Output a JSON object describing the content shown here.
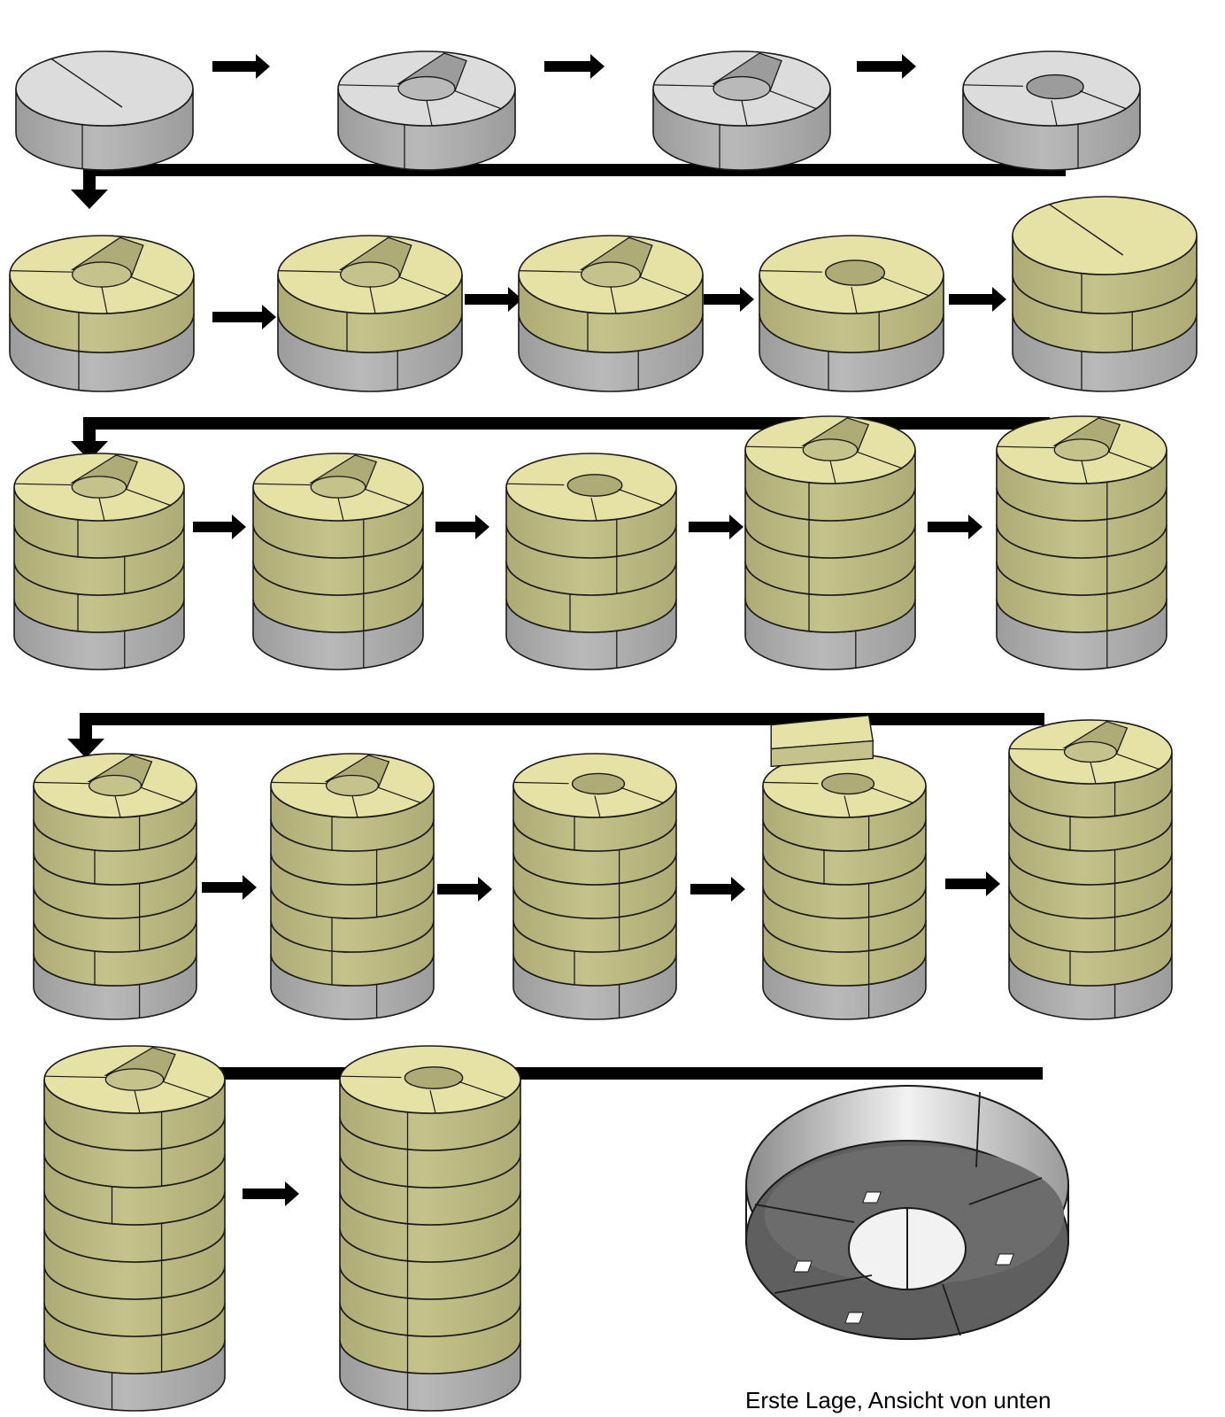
{
  "diagram": {
    "caption": "Erste Lage, Ansicht von unten",
    "colors": {
      "background": "#ffffff",
      "gray_top": "#dcdcdc",
      "gray_side": "#b9b9b9",
      "gray_side_dark": "#9c9c9c",
      "yellow_top": "#e6e1a4",
      "yellow_side": "#c5c28b",
      "yellow_side_dark": "#aeab76",
      "outline": "#1a1a1a",
      "arrow": "#000000",
      "bottom_view_face": "#5f5f5f",
      "bottom_view_wall": "#f2f2f2"
    },
    "steps": [
      {
        "row": 1,
        "col": 1,
        "gray_layers": 1,
        "yellow_layers": 0,
        "form": "half-block"
      },
      {
        "row": 1,
        "col": 2,
        "gray_layers": 1,
        "yellow_layers": 0,
        "form": "c-shape"
      },
      {
        "row": 1,
        "col": 3,
        "gray_layers": 1,
        "yellow_layers": 0,
        "form": "three-segments"
      },
      {
        "row": 1,
        "col": 4,
        "gray_layers": 1,
        "yellow_layers": 0,
        "form": "full-ring"
      },
      {
        "row": 2,
        "col": 1,
        "gray_layers": 1,
        "yellow_layers": 1,
        "form": "partial"
      },
      {
        "row": 2,
        "col": 2,
        "gray_layers": 1,
        "yellow_layers": 1,
        "form": "partial"
      },
      {
        "row": 2,
        "col": 3,
        "gray_layers": 1,
        "yellow_layers": 1,
        "form": "c-shape"
      },
      {
        "row": 2,
        "col": 4,
        "gray_layers": 1,
        "yellow_layers": 1,
        "form": "full-ring"
      },
      {
        "row": 2,
        "col": 5,
        "gray_layers": 1,
        "yellow_layers": 2,
        "form": "half-block"
      },
      {
        "row": 3,
        "col": 1,
        "gray_layers": 1,
        "yellow_layers": 3,
        "form": "c-shape"
      },
      {
        "row": 3,
        "col": 2,
        "gray_layers": 1,
        "yellow_layers": 3,
        "form": "c-shape"
      },
      {
        "row": 3,
        "col": 3,
        "gray_layers": 1,
        "yellow_layers": 3,
        "form": "full-ring"
      },
      {
        "row": 3,
        "col": 4,
        "gray_layers": 1,
        "yellow_layers": 4,
        "form": "c-shape"
      },
      {
        "row": 3,
        "col": 5,
        "gray_layers": 1,
        "yellow_layers": 4,
        "form": "c-shape"
      },
      {
        "row": 4,
        "col": 1,
        "gray_layers": 1,
        "yellow_layers": 5,
        "form": "c-shape"
      },
      {
        "row": 4,
        "col": 2,
        "gray_layers": 1,
        "yellow_layers": 5,
        "form": "c-shape"
      },
      {
        "row": 4,
        "col": 3,
        "gray_layers": 1,
        "yellow_layers": 5,
        "form": "full-ring"
      },
      {
        "row": 4,
        "col": 4,
        "gray_layers": 1,
        "yellow_layers": 5,
        "form": "block-on-top"
      },
      {
        "row": 4,
        "col": 5,
        "gray_layers": 1,
        "yellow_layers": 6,
        "form": "c-shape"
      },
      {
        "row": 5,
        "col": 1,
        "gray_layers": 1,
        "yellow_layers": 7,
        "form": "c-shape"
      },
      {
        "row": 5,
        "col": 2,
        "gray_layers": 1,
        "yellow_layers": 7,
        "form": "full-ring"
      }
    ]
  }
}
